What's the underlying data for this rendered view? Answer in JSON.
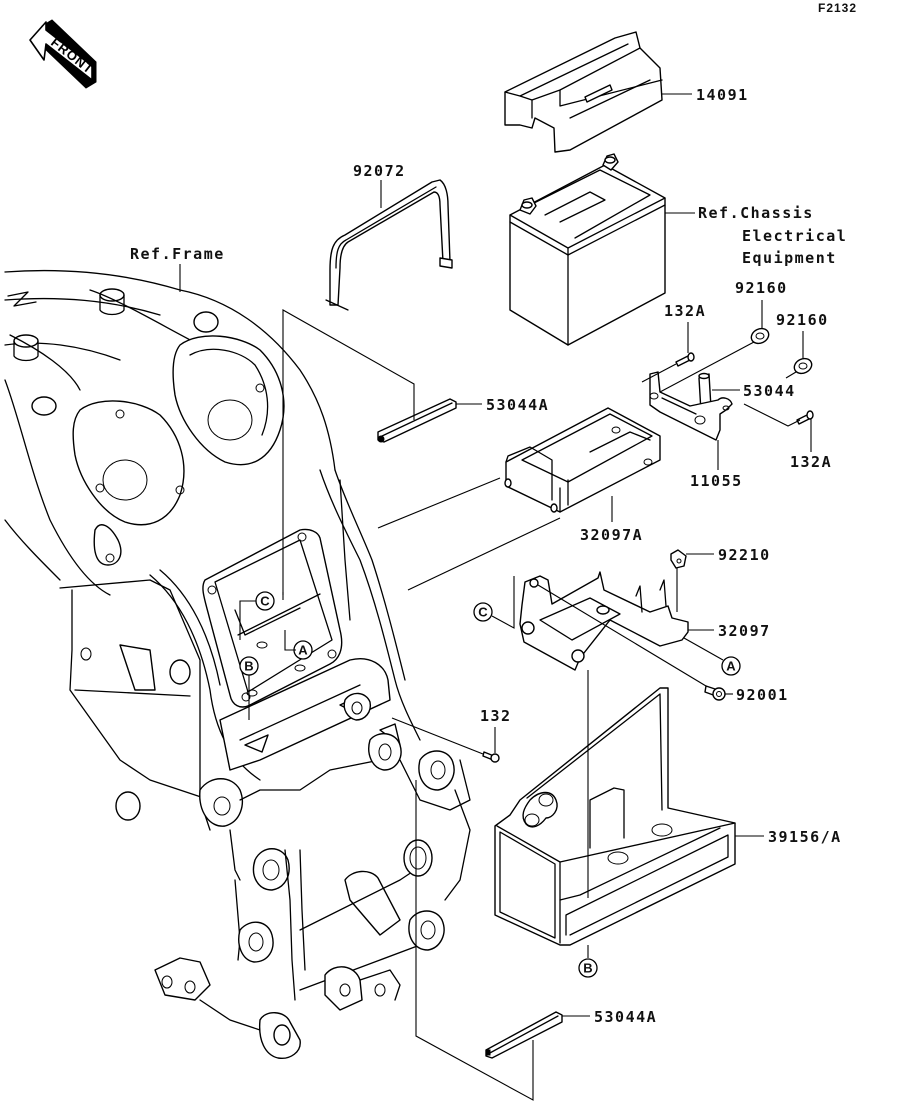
{
  "diagram": {
    "figure_code": "F2132",
    "front_indicator": "FRONT",
    "colors": {
      "line": "#000000",
      "background": "#ffffff"
    },
    "references": {
      "frame": "Ref.Frame",
      "chassis_line1": "Ref.Chassis",
      "chassis_line2": "Electrical",
      "chassis_line3": "Equipment"
    },
    "parts": [
      {
        "id": "battery-cover",
        "number": "14091"
      },
      {
        "id": "battery-strap",
        "number": "92072"
      },
      {
        "id": "damper-upper",
        "number": "53044A"
      },
      {
        "id": "washer-left",
        "number": "92160"
      },
      {
        "id": "washer-right",
        "number": "92160"
      },
      {
        "id": "bolt-upper",
        "number": "132A"
      },
      {
        "id": "damper-post",
        "number": "53044"
      },
      {
        "id": "bolt-lower-right",
        "number": "132A"
      },
      {
        "id": "bracket-11055",
        "number": "11055"
      },
      {
        "id": "battery-case",
        "number": "32097A"
      },
      {
        "id": "clip",
        "number": "92210"
      },
      {
        "id": "battery-holder",
        "number": "32097"
      },
      {
        "id": "bolt-92001",
        "number": "92001"
      },
      {
        "id": "bolt-132",
        "number": "132"
      },
      {
        "id": "battery-tray-cover",
        "number": "39156/A"
      },
      {
        "id": "damper-lower",
        "number": "53044A"
      }
    ],
    "callouts": {
      "a": "A",
      "b": "B",
      "c": "C"
    }
  }
}
